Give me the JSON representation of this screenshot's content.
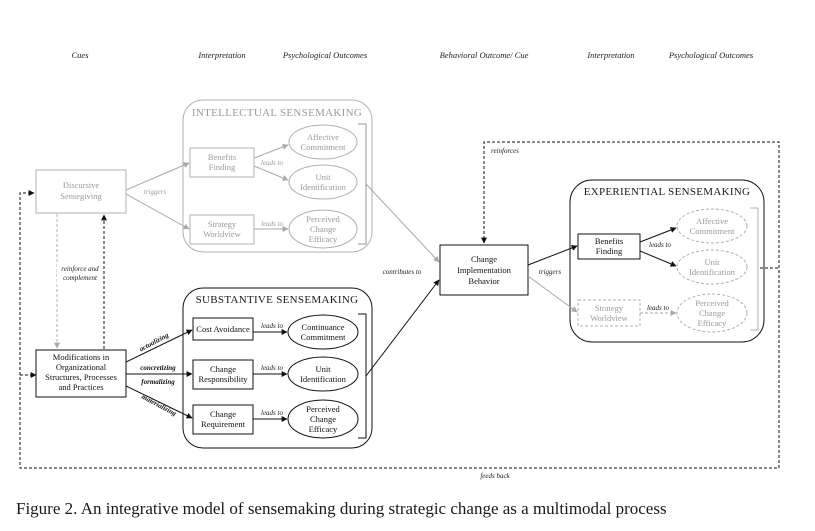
{
  "headers": {
    "cues": "Cues",
    "interpretation_1": "Interpretation",
    "psych_outcomes_1": "Psychological Outcomes",
    "behavioral": "Behavioral Outcome/ Cue",
    "interpretation_2": "Interpretation",
    "psych_outcomes_2": "Psychological Outcomes"
  },
  "intellectual": {
    "title": "INTELLECTUAL SENSEMAKING",
    "benefits": [
      "Benefits",
      "Finding"
    ],
    "strategy": [
      "Strategy",
      "Worldview"
    ],
    "affective": [
      "Affective",
      "Commitment"
    ],
    "unit": [
      "Unit",
      "Identification"
    ],
    "efficacy": [
      "Perceived",
      "Change",
      "Efficacy"
    ],
    "leads_to_1": "leads to",
    "leads_to_2": "leads to"
  },
  "substantive": {
    "title": "SUBSTANTIVE SENSEMAKING",
    "cost": "Cost Avoidance",
    "responsibility": [
      "Change",
      "Responsibility"
    ],
    "requirement": [
      "Change",
      "Requirement"
    ],
    "continuance": [
      "Continuance",
      "Commitment"
    ],
    "unit": [
      "Unit",
      "Identification"
    ],
    "efficacy": [
      "Perceived",
      "Change",
      "Efficacy"
    ],
    "leads_to_1": "leads to",
    "leads_to_2": "leads to",
    "leads_to_3": "leads to"
  },
  "experiential": {
    "title": "EXPERIENTIAL SENSEMAKING",
    "benefits": [
      "Benefits",
      "Finding"
    ],
    "strategy": [
      "Strategy",
      "Worldview"
    ],
    "affective": [
      "Affective",
      "Commitment"
    ],
    "unit": [
      "Unit",
      "Identification"
    ],
    "efficacy": [
      "Perceived",
      "Change",
      "Efficacy"
    ],
    "leads_to_1": "leads to",
    "leads_to_2": "leads to"
  },
  "cues": {
    "discursive": [
      "Discursive",
      "Sensegiving"
    ],
    "modifications": [
      "Modifications in",
      "Organizational",
      "Structures, Processes",
      "and Practices"
    ]
  },
  "behavior": [
    "Change",
    "Implementation",
    "Behavior"
  ],
  "edge_labels": {
    "triggers_left": "triggers",
    "triggers_right": "triggers",
    "reinforce": [
      "reinforce and",
      "complement"
    ],
    "actualizing": "actualizing",
    "concretizing": "concretizing",
    "formalizing": "formalizing",
    "materializing": "materializing",
    "contributes_to": "contributes to",
    "reinforces": "reinforces",
    "feeds_back": "feeds back"
  },
  "caption": "Figure 2. An integrative model of sensemaking during strategic change as a multimodal process"
}
